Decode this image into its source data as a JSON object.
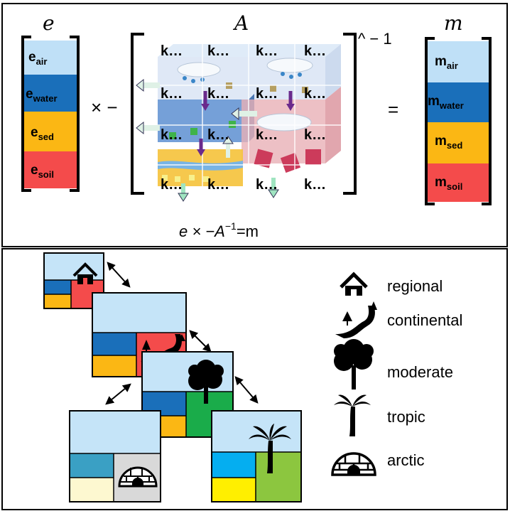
{
  "top": {
    "vector_e": {
      "title": "e",
      "items": [
        {
          "base": "e",
          "sub": "air",
          "color": "#bfe0f7"
        },
        {
          "base": "e",
          "sub": "water",
          "color": "#1a6fba"
        },
        {
          "base": "e",
          "sub": "sed",
          "color": "#fbb714"
        },
        {
          "base": "e",
          "sub": "soil",
          "color": "#f44b4b"
        }
      ]
    },
    "times_minus": "× −",
    "matrix": {
      "title": "A",
      "cell": "k…",
      "exponent": "^ − 1"
    },
    "equals": "=",
    "vector_m": {
      "title": "m",
      "items": [
        {
          "base": "m",
          "sub": "air",
          "color": "#bfe0f7"
        },
        {
          "base": "m",
          "sub": "water",
          "color": "#1a6fba"
        },
        {
          "base": "m",
          "sub": "sed",
          "color": "#fbb714"
        },
        {
          "base": "m",
          "sub": "soil",
          "color": "#f44b4b"
        }
      ]
    },
    "equation": {
      "lhs": "e × −A",
      "sup": "−1",
      "rhs": "=m"
    }
  },
  "bottom": {
    "legend": [
      {
        "icon": "house-icon",
        "label": "regional"
      },
      {
        "icon": "road-trees-icon",
        "label": "continental"
      },
      {
        "icon": "tree-icon",
        "label": "moderate"
      },
      {
        "icon": "palm-tree-icon",
        "label": "tropic"
      },
      {
        "icon": "igloo-icon",
        "label": "arctic"
      }
    ],
    "colors": {
      "sky": "#c5e4f8",
      "water": "#1a6fba",
      "sed": "#fbb714",
      "soil": "#f44b4b",
      "green": "#1aac4a",
      "lightgreen": "#8cc63f",
      "arcticwater": "#3aa0c4",
      "arcticsed": "#fdf8d0",
      "arcticsoil": "#d9d9d9",
      "tropicwater": "#05aef0",
      "tropicsed": "#ffef00"
    }
  }
}
